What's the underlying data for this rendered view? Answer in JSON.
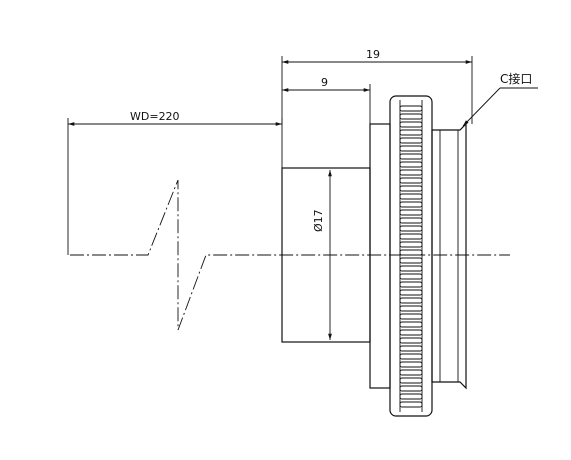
{
  "drawing": {
    "dimensions": {
      "overall_length": "19",
      "barrel_length": "9",
      "working_distance": "WD=220",
      "barrel_diameter": "Ø17"
    },
    "callouts": {
      "mount": "C接口"
    }
  }
}
